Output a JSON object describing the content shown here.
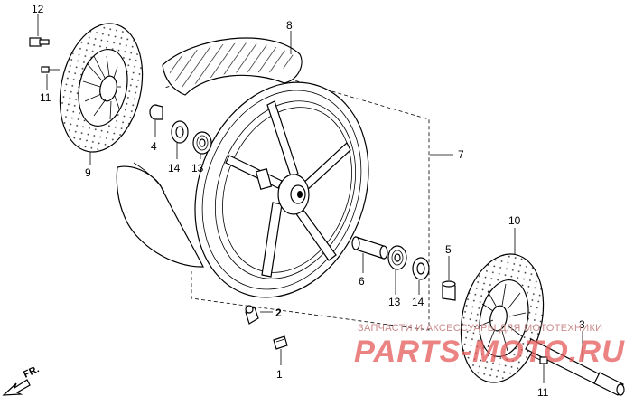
{
  "callouts": [
    {
      "id": "c12",
      "label": "12"
    },
    {
      "id": "c8",
      "label": "8"
    },
    {
      "id": "c11a",
      "label": "11"
    },
    {
      "id": "c4",
      "label": "4"
    },
    {
      "id": "c14a",
      "label": "14"
    },
    {
      "id": "c13a",
      "label": "13"
    },
    {
      "id": "c9",
      "label": "9"
    },
    {
      "id": "c7",
      "label": "7"
    },
    {
      "id": "c10",
      "label": "10"
    },
    {
      "id": "c5",
      "label": "5"
    },
    {
      "id": "c6",
      "label": "6"
    },
    {
      "id": "c13b",
      "label": "13"
    },
    {
      "id": "c14b",
      "label": "14"
    },
    {
      "id": "c2",
      "label": "2"
    },
    {
      "id": "c3",
      "label": "3"
    },
    {
      "id": "c1",
      "label": "1"
    },
    {
      "id": "c11b",
      "label": "11"
    }
  ],
  "direction": {
    "label": "FR."
  },
  "watermark": {
    "top_text": "ЗАПЧАСТИ И АКСЕССУАРЫ ДЛЯ МОТОТЕХНИКИ",
    "brand_text": "PARTS-MOTO.RU"
  }
}
